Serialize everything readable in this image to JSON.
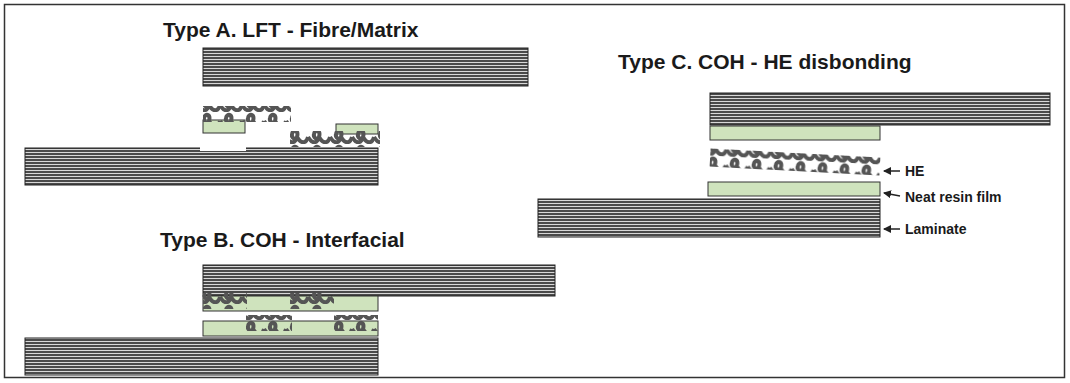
{
  "diagram": {
    "labels": [
      "Type A. LFT - Fibre/Matrix",
      "Type B. COH - Interfacial",
      "Type C. COH - HE disbonding",
      "HE",
      "Neat resin film",
      "Laminate"
    ]
  }
}
